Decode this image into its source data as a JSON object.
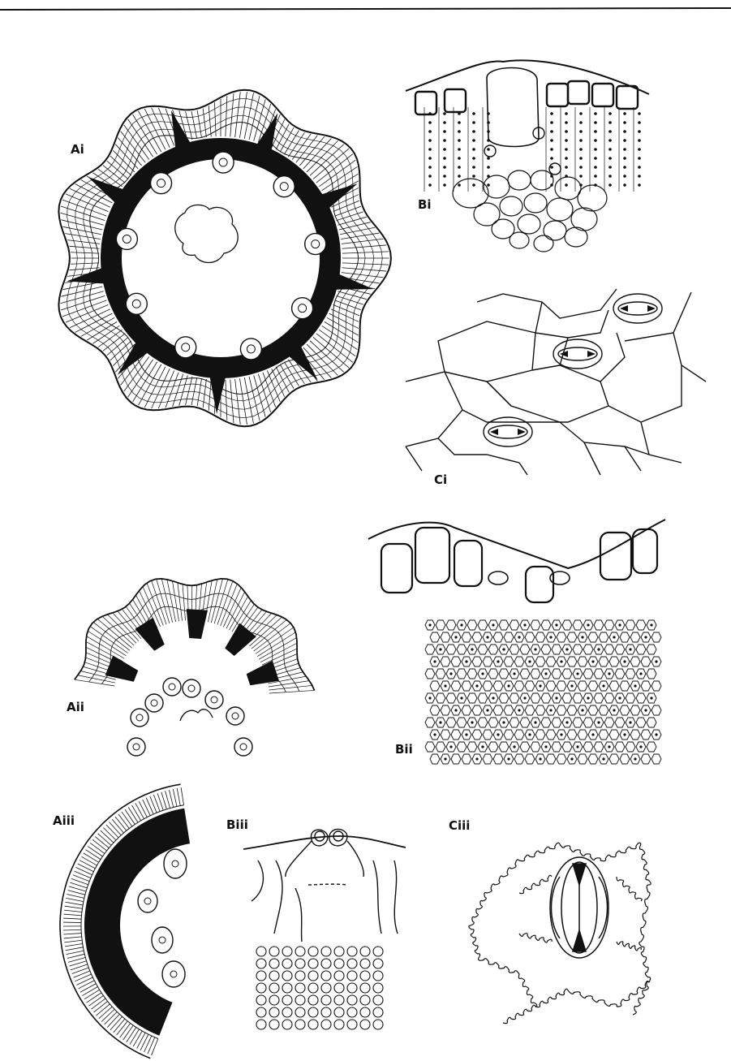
{
  "figure": {
    "panels": [
      {
        "id": "Ai",
        "label": "Ai"
      },
      {
        "id": "Bi",
        "label": "Bi"
      },
      {
        "id": "Ci",
        "label": "Ci"
      },
      {
        "id": "Aii",
        "label": "Aii"
      },
      {
        "id": "Bii",
        "label": "Bii"
      },
      {
        "id": "Aiii",
        "label": "Aiii"
      },
      {
        "id": "Biii",
        "label": "Biii"
      },
      {
        "id": "Ciii",
        "label": "Ciii"
      }
    ]
  },
  "colors": {
    "ink": "#111111",
    "paper": "#ffffff"
  }
}
